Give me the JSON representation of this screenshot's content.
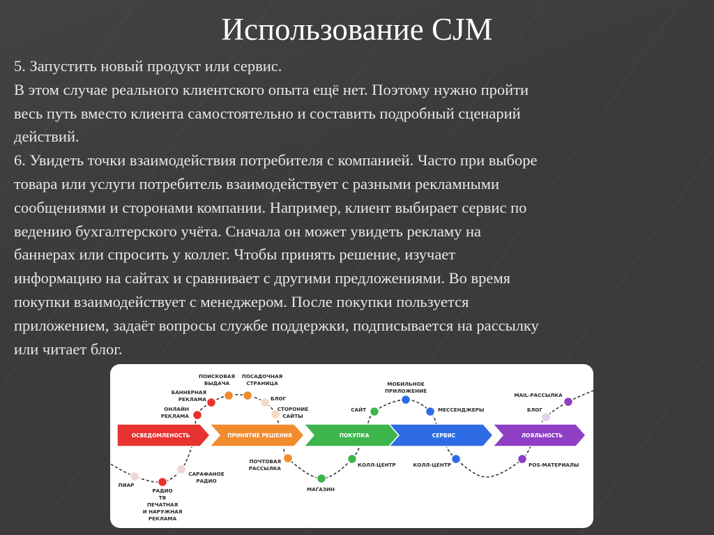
{
  "slide": {
    "title": "Использование CJM",
    "lines": [
      "5. Запустить новый продукт или сервис.",
      "В этом случае реального клиентского опыта ещё нет. Поэтому нужно пройти",
      "весь путь вместо клиента самостоятельно и составить подробный сценарий",
      "действий.",
      "6. Увидеть точки взаимодействия потребителя с компанией. Часто при выборе",
      "товара или услуги потребитель взаимодействует с разными рекламными",
      "сообщениями и сторонами компании. Например, клиент выбирает сервис по",
      "ведению бухгалтерского учёта. Сначала он может увидеть рекламу на",
      "баннерах или спросить у коллег. Чтобы принять решение, изучает",
      "информацию на сайтах и сравнивает с другими предложениями. Во время",
      "покупки взаимодействует с менеджером. После покупки пользуется",
      "приложением, задаёт вопросы службе поддержки, подписывается на рассылку",
      "или читает блог."
    ]
  },
  "diagram": {
    "stages": [
      {
        "label": "ОСВЕДОМЛЕНОСТЬ",
        "color": "#e8322f"
      },
      {
        "label": "ПРИНЯТИЕ РЕШЕНИЯ",
        "color": "#f28a2e"
      },
      {
        "label": "ПОКУПКА",
        "color": "#3cb54a"
      },
      {
        "label": "СЕРВИС",
        "color": "#2e6ce6"
      },
      {
        "label": "ЛОЯЛЬНОСТЬ",
        "color": "#8e3fc4"
      }
    ],
    "touchpoints": [
      {
        "lines": [
          "ПИАР"
        ],
        "color": "#f1d4d6"
      },
      {
        "lines": [
          "РАДИО",
          "ТВ",
          "ПЕЧАТНАЯ",
          "И НАРУЖНАЯ",
          "РЕКЛАМА"
        ],
        "color": "#e8322f"
      },
      {
        "lines": [
          "САРАФАНОЕ",
          "РАДИО"
        ],
        "color": "#f1d4d6"
      },
      {
        "lines": [
          "ОНЛАЙН",
          "РЕКЛАМА"
        ],
        "color": "#e8322f"
      },
      {
        "lines": [
          "БАННЕРНАЯ",
          "РЕКЛАМА"
        ],
        "color": "#e8322f"
      },
      {
        "lines": [
          "ПОИСКОВАЯ",
          "ВЫДАЧА"
        ],
        "color": "#f28a2e"
      },
      {
        "lines": [
          "ПОСАДОЧНАЯ",
          "СТРАНИЦА"
        ],
        "color": "#f28a2e"
      },
      {
        "lines": [
          "БЛОГ"
        ],
        "color": "#f6d8c4"
      },
      {
        "lines": [
          "СТОРОНИЕ",
          "САЙТЫ"
        ],
        "color": "#f6d8c4"
      },
      {
        "lines": [
          "ПОЧТОВАЯ",
          "РАССЫЛКА"
        ],
        "color": "#f28a2e"
      },
      {
        "lines": [
          "МАГАЗИН"
        ],
        "color": "#3cb54a"
      },
      {
        "lines": [
          "КОЛЛ-ЦЕНТР"
        ],
        "color": "#3cb54a"
      },
      {
        "lines": [
          "САЙТ"
        ],
        "color": "#3cb54a"
      },
      {
        "lines": [
          "МОБИЛЬНОЕ",
          "ПРИЛОЖЕНИЕ"
        ],
        "color": "#2e6ce6"
      },
      {
        "lines": [
          "МЕССЕНДЖЕРЫ"
        ],
        "color": "#2e6ce6"
      },
      {
        "lines": [
          "КОЛЛ-ЦЕНТР"
        ],
        "color": "#2e6ce6"
      },
      {
        "lines": [
          "POS-МАТЕРИАЛЫ"
        ],
        "color": "#8e3fc4"
      },
      {
        "lines": [
          "БЛОГ"
        ],
        "color": "#e2d3ea"
      },
      {
        "lines": [
          "MAIL-РАССЫЛКА"
        ],
        "color": "#8e3fc4"
      }
    ]
  }
}
